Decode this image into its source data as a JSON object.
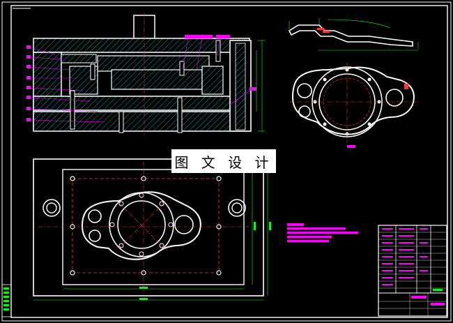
{
  "drawing": {
    "watermark_text": "图 文 设 计",
    "colors": {
      "background": "#000000",
      "outline": "#ffffff",
      "frame": "#0000ff",
      "hatch": "#00cccc",
      "centerline": "#ff3333",
      "dimension": "#00ff00",
      "leader": "#ff00ff",
      "notes": "#ff00ff"
    },
    "views": [
      {
        "name": "section-view-main",
        "description_icon": "die-assembly-section"
      },
      {
        "name": "part-side-profile",
        "description_icon": "bent-bracket-profile"
      },
      {
        "name": "part-plan-view",
        "description_icon": "flange-bracket-plan"
      },
      {
        "name": "die-plan-view",
        "description_icon": "die-base-top-view"
      }
    ]
  }
}
